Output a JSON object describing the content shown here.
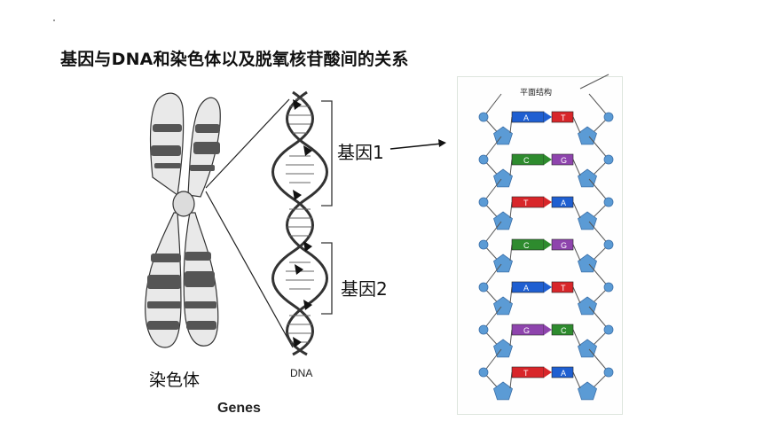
{
  "title": "基因与DNA和染色体以及脱氧核苷酸间的关系",
  "labels": {
    "gene1": "基因1",
    "gene2": "基因2",
    "chromosome": "染色体",
    "dna": "DNA",
    "genes": "Genes",
    "planar_structure": "平面结构"
  },
  "base_pairs": [
    {
      "left": "A",
      "right": "T",
      "left_color": "#1f5fd1",
      "right_color": "#d8262a"
    },
    {
      "left": "C",
      "right": "G",
      "left_color": "#2e8b2e",
      "right_color": "#8e44ad"
    },
    {
      "left": "T",
      "right": "A",
      "left_color": "#d8262a",
      "right_color": "#1f5fd1"
    },
    {
      "left": "C",
      "right": "G",
      "left_color": "#2e8b2e",
      "right_color": "#8e44ad"
    },
    {
      "left": "A",
      "right": "T",
      "left_color": "#1f5fd1",
      "right_color": "#d8262a"
    },
    {
      "left": "G",
      "right": "C",
      "left_color": "#8e44ad",
      "right_color": "#2e8b2e"
    },
    {
      "left": "T",
      "right": "A",
      "left_color": "#d8262a",
      "right_color": "#1f5fd1"
    }
  ],
  "colors": {
    "phosphate": "#5b9bd5",
    "sugar": "#5b9bd5",
    "backbone": "#555555"
  }
}
